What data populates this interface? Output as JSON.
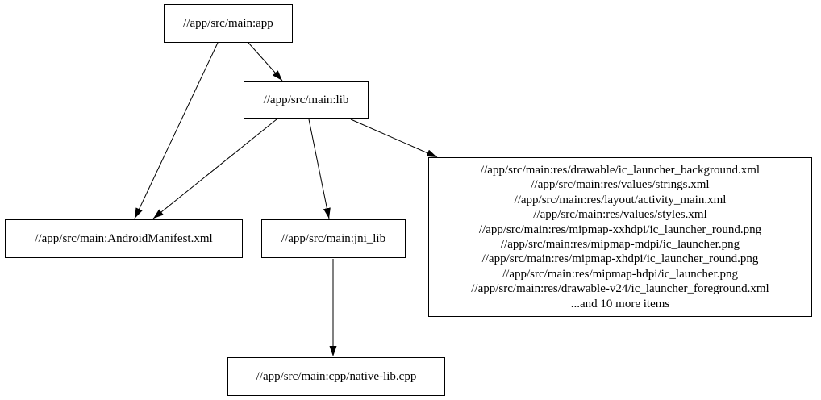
{
  "diagram": {
    "type": "dependency-graph",
    "background_color": "#ffffff",
    "node_border_color": "#000000",
    "edge_color": "#000000",
    "text_color": "#000000",
    "nodes": {
      "app": {
        "label": "//app/src/main:app"
      },
      "lib": {
        "label": "//app/src/main:lib"
      },
      "manifest": {
        "label": "//app/src/main:AndroidManifest.xml"
      },
      "jni_lib": {
        "label": "//app/src/main:jni_lib"
      },
      "cpp": {
        "label": "//app/src/main:cpp/native-lib.cpp"
      },
      "res_group": {
        "lines": [
          "//app/src/main:res/drawable/ic_launcher_background.xml",
          "//app/src/main:res/values/strings.xml",
          "//app/src/main:res/layout/activity_main.xml",
          "//app/src/main:res/values/styles.xml",
          "//app/src/main:res/mipmap-xxhdpi/ic_launcher_round.png",
          "//app/src/main:res/mipmap-mdpi/ic_launcher.png",
          "//app/src/main:res/mipmap-xhdpi/ic_launcher_round.png",
          "//app/src/main:res/mipmap-hdpi/ic_launcher.png",
          "//app/src/main:res/drawable-v24/ic_launcher_foreground.xml",
          "...and 10 more items"
        ]
      }
    },
    "edges": [
      {
        "from": "//app/src/main:app",
        "to": "//app/src/main:lib"
      },
      {
        "from": "//app/src/main:app",
        "to": "//app/src/main:AndroidManifest.xml"
      },
      {
        "from": "//app/src/main:lib",
        "to": "//app/src/main:AndroidManifest.xml"
      },
      {
        "from": "//app/src/main:lib",
        "to": "//app/src/main:jni_lib"
      },
      {
        "from": "//app/src/main:lib",
        "to": "res-file-group"
      },
      {
        "from": "//app/src/main:jni_lib",
        "to": "//app/src/main:cpp/native-lib.cpp"
      }
    ]
  }
}
